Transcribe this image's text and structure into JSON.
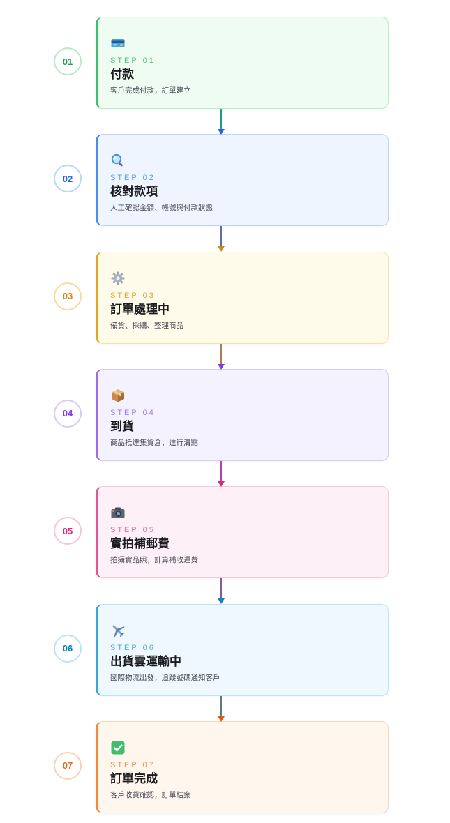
{
  "steps": [
    {
      "number": "01",
      "label": "STEP 01",
      "title": "付款",
      "description": "客戶完成付款，訂單建立",
      "icon": "credit-card-icon",
      "colors": {
        "bg": "#eefcf2",
        "border": "#b6ecc6",
        "accent": "#3fbf6e",
        "label": "#52c07d",
        "badge_text": "#1f9d55",
        "badge_border": "#b7ecc8"
      }
    },
    {
      "number": "02",
      "label": "STEP 02",
      "title": "核對款項",
      "description": "人工確認金額、帳號與付款狀態",
      "icon": "magnifier-icon",
      "colors": {
        "bg": "#eef5ff",
        "border": "#bcd6fb",
        "accent": "#4a8ee8",
        "label": "#5a9ae6",
        "badge_text": "#2563eb",
        "badge_border": "#bcd6fb"
      }
    },
    {
      "number": "03",
      "label": "STEP 03",
      "title": "訂單處理中",
      "description": "備貨、採購、整理商品",
      "icon": "gear-icon",
      "colors": {
        "bg": "#fffbea",
        "border": "#f8e2a6",
        "accent": "#e0a52a",
        "label": "#e0a030",
        "badge_text": "#d08a16",
        "badge_border": "#f6dca0"
      }
    },
    {
      "number": "04",
      "label": "STEP 04",
      "title": "到貨",
      "description": "商品抵達集貨倉，進行清點",
      "icon": "package-icon",
      "colors": {
        "bg": "#f5f2ff",
        "border": "#d8cdf8",
        "accent": "#9b6ee8",
        "label": "#a07de6",
        "badge_text": "#7c3aed",
        "badge_border": "#d6cbf7"
      }
    },
    {
      "number": "05",
      "label": "STEP 05",
      "title": "實拍補郵費",
      "description": "拍攝實品照，計算補收運費",
      "icon": "camera-icon",
      "colors": {
        "bg": "#fdf1f7",
        "border": "#f6c8de",
        "accent": "#e2558f",
        "label": "#e26a9c",
        "badge_text": "#db2777",
        "badge_border": "#f5c5dc"
      }
    },
    {
      "number": "06",
      "label": "STEP 06",
      "title": "出貨雲運輸中",
      "description": "國際物流出發，追蹤號碼通知客戶",
      "icon": "airplane-icon",
      "colors": {
        "bg": "#eef8fe",
        "border": "#bde4f6",
        "accent": "#38a6d6",
        "label": "#4aa9d4",
        "badge_text": "#0e86b8",
        "badge_border": "#bde3f5"
      }
    },
    {
      "number": "07",
      "label": "STEP 07",
      "title": "訂單完成",
      "description": "客戶收貨確認，訂單結案",
      "icon": "checkmark-icon",
      "colors": {
        "bg": "#fff6ee",
        "border": "#f9d6b6",
        "accent": "#ef8a3c",
        "label": "#ec8d46",
        "badge_text": "#ea6c1c",
        "badge_border": "#f7d3b2"
      }
    }
  ],
  "connectors": [
    {
      "from": "01",
      "to": "02",
      "color": "#1f9d87",
      "head": "#2563eb"
    },
    {
      "from": "02",
      "to": "03",
      "color": "#5b6fa8",
      "head": "#d08a16"
    },
    {
      "from": "03",
      "to": "04",
      "color": "#b07a52",
      "head": "#7c3aed"
    },
    {
      "from": "04",
      "to": "05",
      "color": "#b23fb0",
      "head": "#db2777"
    },
    {
      "from": "05",
      "to": "06",
      "color": "#8a5a9a",
      "head": "#0e86b8"
    },
    {
      "from": "06",
      "to": "07",
      "color": "#5a7a8a",
      "head": "#ea580c"
    }
  ]
}
